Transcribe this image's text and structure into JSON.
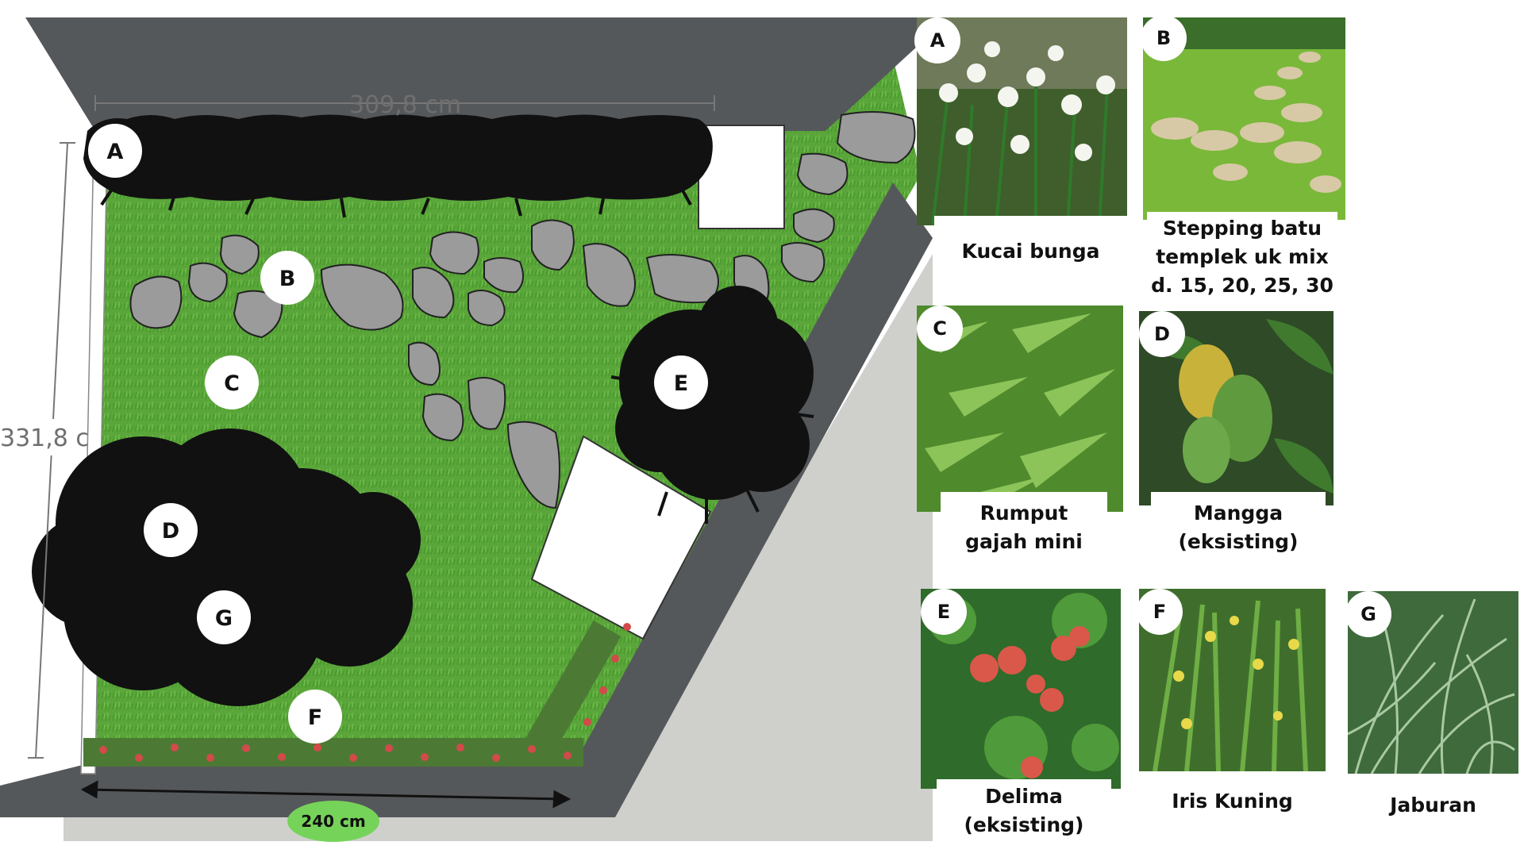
{
  "plan": {
    "dimension_top": "309,8 cm",
    "dimension_left": "331,8 c",
    "dimension_bottom": "240 cm",
    "markers": {
      "A": "A",
      "B": "B",
      "C": "C",
      "D": "D",
      "E": "E",
      "F": "F",
      "G": "G"
    }
  },
  "legend": [
    {
      "letter": "A",
      "caption": "Kucai bunga"
    },
    {
      "letter": "B",
      "caption": "Stepping batu\ntemplek uk mix\nd. 15, 20, 25, 30"
    },
    {
      "letter": "C",
      "caption": "Rumput\ngajah mini"
    },
    {
      "letter": "D",
      "caption": "Mangga\n(eksisting)"
    },
    {
      "letter": "E",
      "caption": "Delima\n(eksisting)"
    },
    {
      "letter": "F",
      "caption": "Iris Kuning"
    },
    {
      "letter": "G",
      "caption": "Jaburan"
    }
  ],
  "colors": {
    "wall": "#55585b",
    "grass": "#5aa63a",
    "stone": "#9b9b9b",
    "pill": "#76d35a"
  }
}
